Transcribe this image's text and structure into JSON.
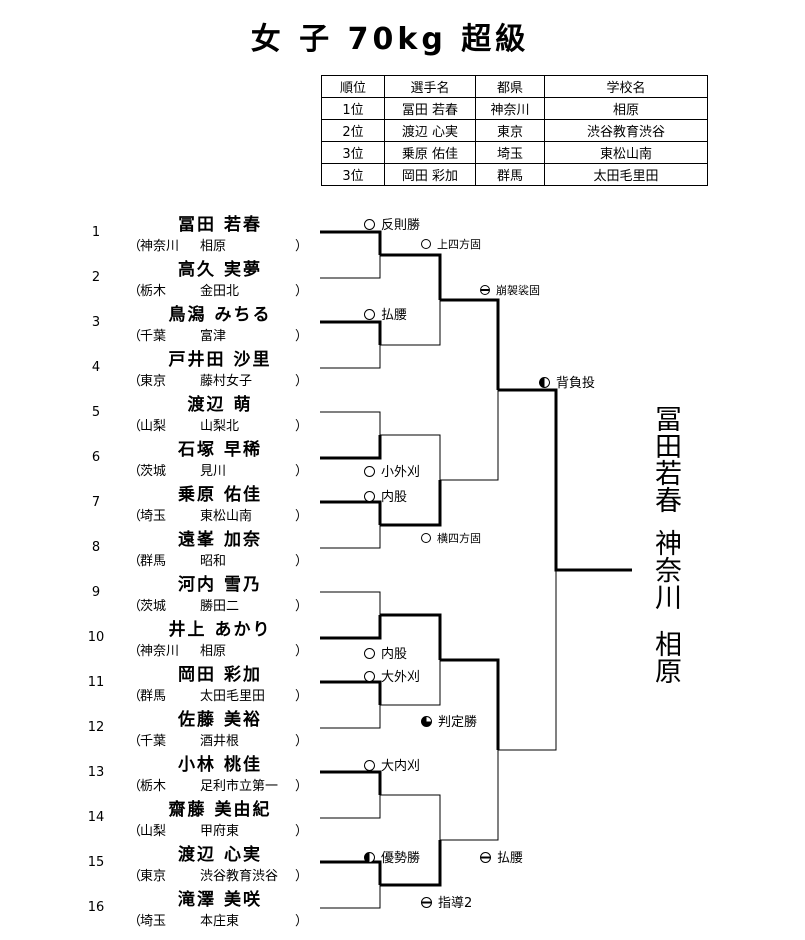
{
  "title": "女 子 70kg 超級",
  "results": {
    "headers": [
      "順位",
      "選手名",
      "都県",
      "学校名"
    ],
    "rows": [
      [
        "1位",
        "冨田 若春",
        "神奈川",
        "相原"
      ],
      [
        "2位",
        "渡辺 心実",
        "東京",
        "渋谷教育渋谷"
      ],
      [
        "3位",
        "乗原 佑佳",
        "埼玉",
        "東松山南"
      ],
      [
        "3位",
        "岡田 彩加",
        "群馬",
        "太田毛里田"
      ]
    ]
  },
  "players": [
    {
      "num": "1",
      "name": "冨田 若春",
      "pref": "神奈川",
      "school": "相原"
    },
    {
      "num": "2",
      "name": "高久 実夢",
      "pref": "栃木",
      "school": "金田北"
    },
    {
      "num": "3",
      "name": "鳥潟 みちる",
      "pref": "千葉",
      "school": "富津"
    },
    {
      "num": "4",
      "name": "戸井田 沙里",
      "pref": "東京",
      "school": "藤村女子"
    },
    {
      "num": "5",
      "name": "渡辺 萌",
      "pref": "山梨",
      "school": "山梨北"
    },
    {
      "num": "6",
      "name": "石塚 早稀",
      "pref": "茨城",
      "school": "見川"
    },
    {
      "num": "7",
      "name": "乗原 佑佳",
      "pref": "埼玉",
      "school": "東松山南"
    },
    {
      "num": "8",
      "name": "遠峯 加奈",
      "pref": "群馬",
      "school": "昭和"
    },
    {
      "num": "9",
      "name": "河内 雪乃",
      "pref": "茨城",
      "school": "勝田二"
    },
    {
      "num": "10",
      "name": "井上 あかり",
      "pref": "神奈川",
      "school": "相原"
    },
    {
      "num": "11",
      "name": "岡田 彩加",
      "pref": "群馬",
      "school": "太田毛里田"
    },
    {
      "num": "12",
      "name": "佐藤 美裕",
      "pref": "千葉",
      "school": "酒井根"
    },
    {
      "num": "13",
      "name": "小林 桃佳",
      "pref": "栃木",
      "school": "足利市立第一"
    },
    {
      "num": "14",
      "name": "齋藤 美由紀",
      "pref": "山梨",
      "school": "甲府東"
    },
    {
      "num": "15",
      "name": "渡辺 心実",
      "pref": "東京",
      "school": "渋谷教育渋谷"
    },
    {
      "num": "16",
      "name": "滝澤 美咲",
      "pref": "埼玉",
      "school": "本庄東"
    }
  ],
  "paren_open": "（",
  "paren_close": "）",
  "match_results": [
    {
      "text": "反則勝",
      "symbol": "circle-open"
    },
    {
      "text": "上四方固",
      "symbol": "circle-open"
    },
    {
      "text": "崩袈裟固",
      "symbol": "circle-minus"
    },
    {
      "text": "払腰",
      "symbol": "circle-open"
    },
    {
      "text": "背負投",
      "symbol": "circle-half-left"
    },
    {
      "text": "小外刈",
      "symbol": "circle-open"
    },
    {
      "text": "内股",
      "symbol": "circle-open"
    },
    {
      "text": "横四方固",
      "symbol": "circle-open"
    },
    {
      "text": "内股",
      "symbol": "circle-open"
    },
    {
      "text": "大外刈",
      "symbol": "circle-open"
    },
    {
      "text": "判定勝",
      "symbol": "circle-quarter"
    },
    {
      "text": "大内刈",
      "symbol": "circle-open"
    },
    {
      "text": "優勢勝",
      "symbol": "circle-half-left"
    },
    {
      "text": "払腰",
      "symbol": "circle-minus"
    },
    {
      "text": "指導2",
      "symbol": "circle-minus"
    }
  ],
  "winner": {
    "name": "冨田若春",
    "pref": "神奈川",
    "school": "相原"
  }
}
